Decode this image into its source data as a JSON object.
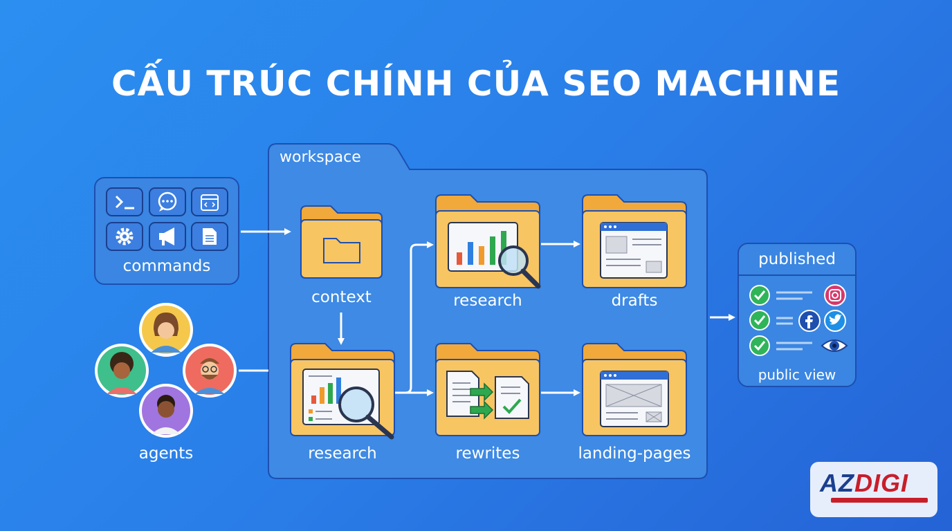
{
  "title": "CẤU TRÚC CHÍNH CỦA SEO MACHINE",
  "nodes": {
    "commands": "commands",
    "agents": "agents",
    "workspace": "workspace",
    "context": "context",
    "research_top": "research",
    "drafts": "drafts",
    "research_bottom": "research",
    "rewrites": "rewrites",
    "landing_pages": "landing-pages",
    "published": "published",
    "public_view": "public view"
  },
  "command_icons": [
    "terminal-icon",
    "chat-icon",
    "code-calendar-icon",
    "gear-icon",
    "megaphone-icon",
    "document-icon"
  ],
  "published_icons": [
    "check-icon",
    "instagram-icon",
    "facebook-icon",
    "twitter-icon",
    "eye-icon"
  ],
  "logo": {
    "text": "AZDIGI",
    "brand_colors": [
      "#1b3f8f",
      "#c81e2a"
    ]
  },
  "colors": {
    "background": "#2a7ee8",
    "panel": "#3f8ce6",
    "folder": "#f7c15c",
    "arrow": "#ffffff"
  }
}
